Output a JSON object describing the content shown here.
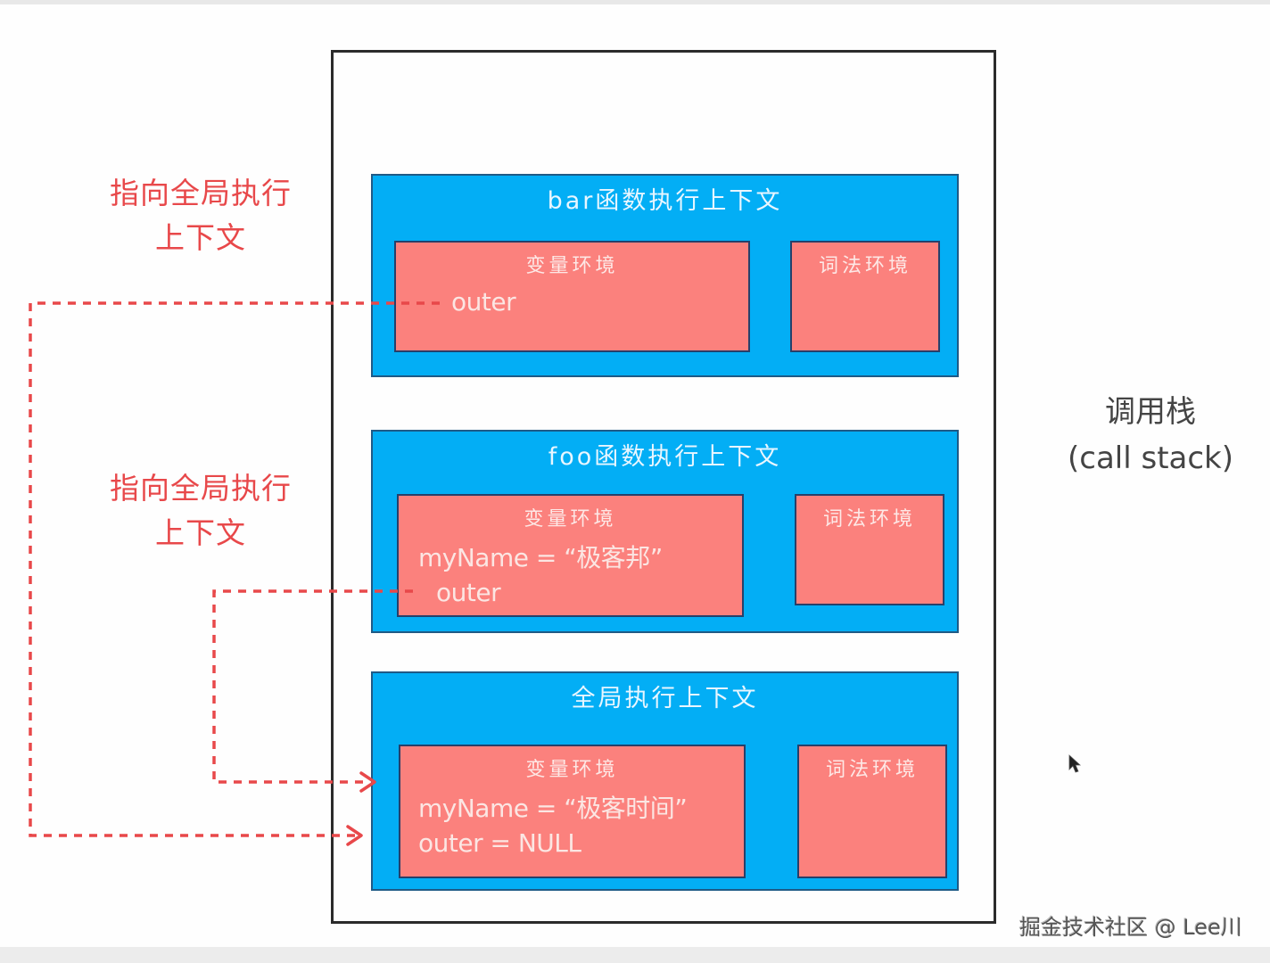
{
  "diagram": {
    "call_stack_label": "调用栈",
    "call_stack_sublabel": "(call stack)",
    "pointer_labels": [
      {
        "line1": "指向全局执行",
        "line2": "上下文"
      },
      {
        "line1": "指向全局执行",
        "line2": "上下文"
      }
    ],
    "contexts": [
      {
        "title": "bar函数执行上下文",
        "variable_env": {
          "title": "变量环境",
          "lines": [
            "outer"
          ]
        },
        "lexical_env": {
          "title": "词法环境"
        }
      },
      {
        "title": "foo函数执行上下文",
        "variable_env": {
          "title": "变量环境",
          "lines": [
            "myName = “极客邦”",
            "outer"
          ]
        },
        "lexical_env": {
          "title": "词法环境"
        }
      },
      {
        "title": "全局执行上下文",
        "variable_env": {
          "title": "变量环境",
          "lines": [
            "myName = “极客时间”",
            "outer = NULL"
          ]
        },
        "lexical_env": {
          "title": "词法环境"
        }
      }
    ],
    "colors": {
      "context_fill": "#03aef5",
      "env_fill": "#fb817d",
      "pointer": "#e8484a",
      "frame": "#2b2b2b"
    }
  },
  "watermark": "掘金技术社区 @ Lee川"
}
